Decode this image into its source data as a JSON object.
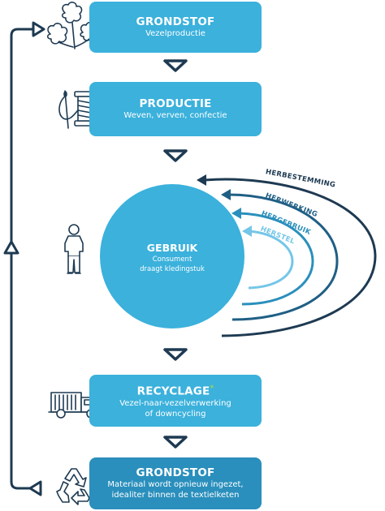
{
  "steps": {
    "grondstof_top": {
      "title": "GRONDSTOF",
      "subtitle": "Vezelproductie"
    },
    "productie": {
      "title": "PRODUCTIE",
      "subtitle": "Weven, verven, confectie"
    },
    "gebruik": {
      "title": "GEBRUIK",
      "subtitle_line1": "Consument",
      "subtitle_line2": "draagt kledingstuk"
    },
    "recycling": {
      "title": "RECYCLAGE",
      "asterisk": "*",
      "subtitle_line1": "Vezel-naar-vezelverwerking",
      "subtitle_line2": "of downcycling"
    },
    "grondstof_bottom": {
      "title": "GRONDSTOF",
      "subtitle_line1": "Materiaal wordt opnieuw ingezet,",
      "subtitle_line2": "idealiter binnen de textielketen"
    }
  },
  "loops": {
    "herbestemming": "HERBESTEMMING",
    "herwerking": "HERWERKING",
    "hergebruik": "HERGEBRUIK",
    "herstel": "HERSTEL"
  },
  "icons": {
    "grondstof_top": "cotton-plant-icon",
    "productie": "sewing-thread-spool-icon",
    "gebruik": "person-icon",
    "recycling": "garbage-truck-icon",
    "grondstof_bottom": "recycle-icon"
  },
  "colors": {
    "box_light": "#3bb1dc",
    "box_dark": "#2a8fbc",
    "arrow_navy": "#1e3a52",
    "herbestemming": "#1e3a52",
    "herwerking": "#1f5f85",
    "hergebruik": "#2a8fbc",
    "herstel": "#74c6e8",
    "asterisk": "#9ad84e"
  }
}
